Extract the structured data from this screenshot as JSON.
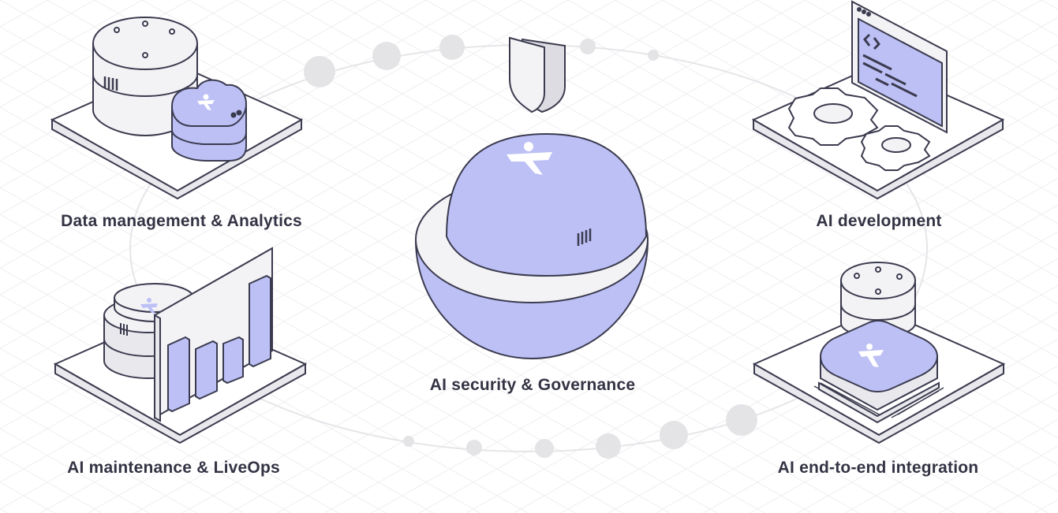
{
  "colors": {
    "accent": "#bcc0f5",
    "accent_dark": "#9fa4ee",
    "outline": "#3b3b4f",
    "light": "#f3f3f6",
    "grey_dot": "#e2e2e5",
    "text": "#333344"
  },
  "center": {
    "label": "AI security & Governance",
    "icons": [
      "sphere-core-icon",
      "shield-icon",
      "logo-x-icon"
    ]
  },
  "items": [
    {
      "id": "data",
      "label": "Data management & Analytics",
      "icon": "server-cloud-icon"
    },
    {
      "id": "dev",
      "label": "AI development",
      "icon": "code-window-gears-icon"
    },
    {
      "id": "ops",
      "label": "AI maintenance & LiveOps",
      "icon": "bar-chart-database-icon"
    },
    {
      "id": "integration",
      "label": "AI end-to-end integration",
      "icon": "chip-server-icon"
    }
  ]
}
